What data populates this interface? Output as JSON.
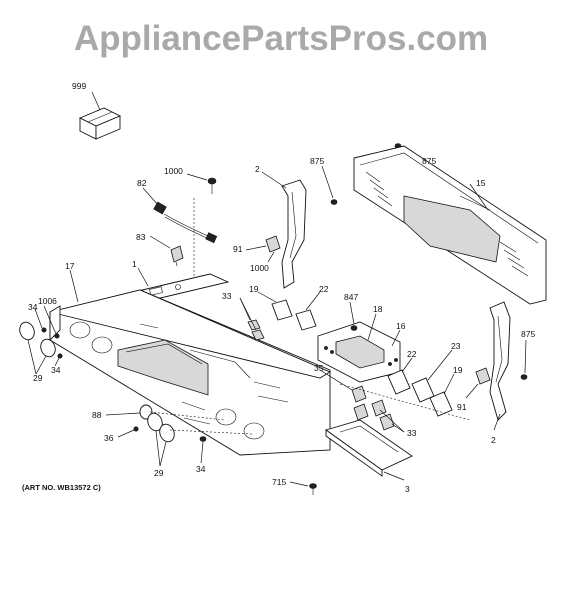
{
  "watermark": "AppliancePartsPros.com",
  "art_number": "(ART NO. WB13572 C)",
  "callouts": {
    "c999": "999",
    "c1000a": "1000",
    "c82": "82",
    "c83": "83",
    "c2a": "2",
    "c875a": "875",
    "c875b": "875",
    "c15": "15",
    "c91a": "91",
    "c1000b": "1000",
    "c1": "1",
    "c17": "17",
    "c34a": "34",
    "c1006": "1006",
    "c29a": "29",
    "c34b": "34",
    "c33a": "33",
    "c19a": "19",
    "c22a": "22",
    "c847": "847",
    "c18": "18",
    "c16": "16",
    "c875c": "875",
    "c23": "23",
    "c22b": "22",
    "c35": "35",
    "c19b": "19",
    "c91b": "91",
    "c33b": "33",
    "c88": "88",
    "c36": "36",
    "c29b": "29",
    "c34c": "34",
    "c2b": "2",
    "c715": "715",
    "c3": "3"
  }
}
